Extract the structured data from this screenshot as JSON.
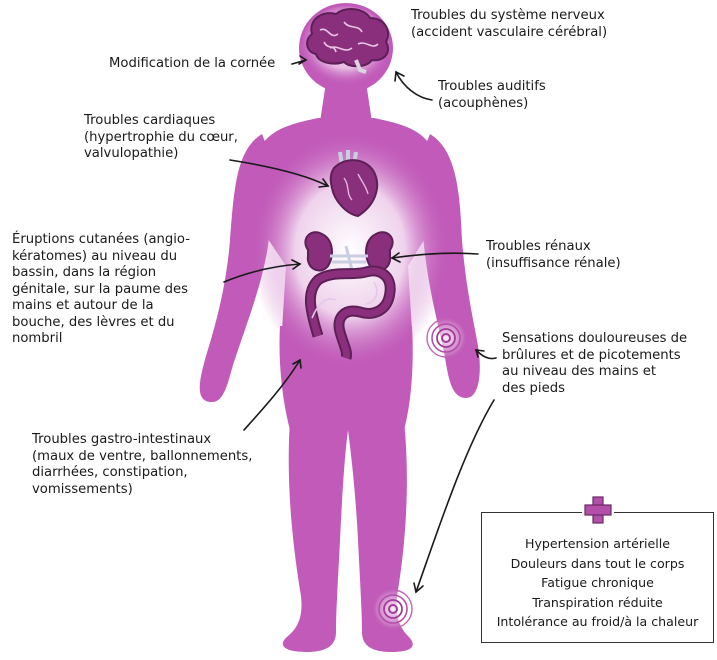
{
  "labels": {
    "nervous": [
      "Troubles du système nerveux",
      "(accident vasculaire cérébral)"
    ],
    "cornea": [
      "Modification de la cornée"
    ],
    "hearing": [
      "Troubles auditifs",
      "(acouphènes)"
    ],
    "cardiac": [
      "Troubles cardiaques",
      "(hypertrophie du cœur,",
      "valvulopathie)"
    ],
    "skin": [
      "Éruptions cutanées (angio-",
      "kératomes) au niveau du",
      "bassin, dans la région",
      "génitale, sur la paume des",
      "mains et autour de la",
      "bouche, des lèvres et du",
      "nombril"
    ],
    "renal": [
      "Troubles rénaux",
      "(insuffisance rénale)"
    ],
    "pain": [
      "Sensations douloureuses de",
      "brûlures et de picotements",
      "au niveau des mains et",
      "des pieds"
    ],
    "gastro": [
      "Troubles gastro-intestinaux",
      "(maux de ventre, ballonnements,",
      "diarrhées, constipation,",
      "vomissements)"
    ]
  },
  "summary": {
    "items": [
      "Hypertension artérielle",
      "Douleurs dans tout le corps",
      "Fatigue chronique",
      "Transpiration réduite",
      "Intolérance au froid/à la chaleur"
    ]
  },
  "colors": {
    "body": "#c15ab9",
    "glow": "#f3ddf1",
    "organ": "#8a2f7c",
    "organ_dark": "#5c1f56",
    "accent": "#b14fa9",
    "text": "#1a1a1a"
  }
}
